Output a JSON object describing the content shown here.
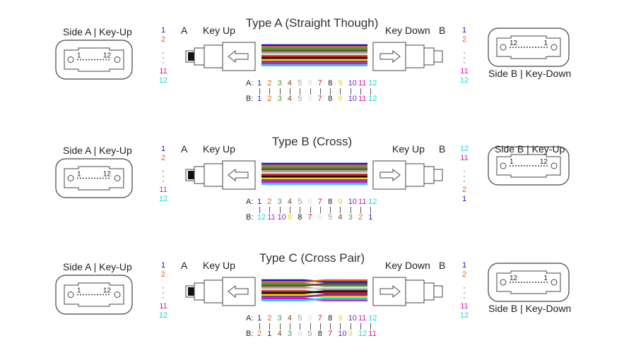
{
  "colors": {
    "fiber": [
      "#1515c8",
      "#e8600a",
      "#2aa84a",
      "#7a4a1e",
      "#9a9a9a",
      "#dcdcdc",
      "#e01010",
      "#111111",
      "#e6d800",
      "#7a28b4",
      "#e010c8",
      "#10d8e0"
    ]
  },
  "sections": [
    {
      "title": "Type A (Straight Though)",
      "left_side_label": "Side A | Key-Up",
      "right_side_label": "Side B | Key-Down",
      "end_a": "A",
      "end_b": "B",
      "left_key": "Key Up",
      "right_key": "Key Down",
      "left_conn_nums": [
        "1",
        "12"
      ],
      "right_conn_nums": [
        "12",
        "1"
      ],
      "left_col": {
        "top": [
          "1",
          "2"
        ],
        "dots": "·\n·\n·",
        "bottom": [
          "11",
          "12"
        ]
      },
      "right_col": {
        "top": [
          "1",
          "2"
        ],
        "dots": "·\n·\n·",
        "bottom": [
          "11",
          "12"
        ]
      },
      "row_a_prefix": "A:",
      "row_b_prefix": "B:",
      "row_a": [
        "1",
        "2",
        "3",
        "4",
        "5",
        "6",
        "7",
        "8",
        "9",
        "10",
        "11",
        "12"
      ],
      "row_b": [
        "1",
        "2",
        "3",
        "4",
        "5",
        "6",
        "7",
        "8",
        "9",
        "10",
        "11",
        "12"
      ]
    },
    {
      "title": "Type B (Cross)",
      "left_side_label": "Side A | Key-Up",
      "right_side_label": "Side B | Key-Up",
      "end_a": "A",
      "end_b": "B",
      "left_key": "Key Up",
      "right_key": "Key Up",
      "left_conn_nums": [
        "1",
        "12"
      ],
      "right_conn_nums": [
        "1",
        "12"
      ],
      "left_col": {
        "top": [
          "1",
          "2"
        ],
        "dots": "·\n·\n·",
        "bottom": [
          "11",
          "12"
        ]
      },
      "right_col": {
        "top": [
          "12",
          "11"
        ],
        "dots": "·\n·\n·",
        "bottom": [
          "2",
          "1"
        ]
      },
      "row_a_prefix": "A:",
      "row_b_prefix": "B:",
      "row_a": [
        "1",
        "2",
        "3",
        "4",
        "5",
        "6",
        "7",
        "8",
        "9",
        "10",
        "11",
        "12"
      ],
      "row_b": [
        "12",
        "11",
        "10",
        "9",
        "8",
        "7",
        "6",
        "5",
        "4",
        "3",
        "2",
        "1"
      ]
    },
    {
      "title": "Type C (Cross Pair)",
      "left_side_label": "Side A | Key-Up",
      "right_side_label": "Side B | Key-Down",
      "end_a": "A",
      "end_b": "B",
      "left_key": "Key Up",
      "right_key": "Key Down",
      "left_conn_nums": [
        "1",
        "12"
      ],
      "right_conn_nums": [
        "12",
        "1"
      ],
      "left_col": {
        "top": [
          "1",
          "2"
        ],
        "dots": "·\n·\n·",
        "bottom": [
          "11",
          "12"
        ]
      },
      "right_col": {
        "top": [
          "1",
          "2"
        ],
        "dots": "·\n·\n·",
        "bottom": [
          "11",
          "12"
        ]
      },
      "row_a_prefix": "A:",
      "row_b_prefix": "B:",
      "row_a": [
        "1",
        "2",
        "3",
        "4",
        "5",
        "6",
        "7",
        "8",
        "9",
        "10",
        "11",
        "12"
      ],
      "row_b": [
        "2",
        "1",
        "4",
        "3",
        "6",
        "5",
        "8",
        "7",
        "10",
        "9",
        "12",
        "11"
      ]
    }
  ]
}
